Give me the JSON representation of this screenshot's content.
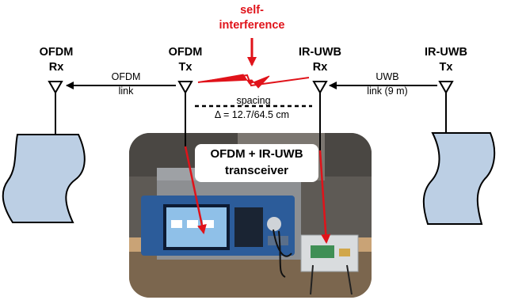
{
  "nodes": {
    "ofdm_rx": {
      "line1": "OFDM",
      "line2": "Rx"
    },
    "ofdm_tx": {
      "line1": "OFDM",
      "line2": "Tx"
    },
    "uwb_rx": {
      "line1": "IR-UWB",
      "line2": "Rx"
    },
    "uwb_tx": {
      "line1": "IR-UWB",
      "line2": "Tx"
    }
  },
  "links": {
    "ofdm": {
      "line1": "OFDM",
      "line2": "link"
    },
    "uwb": {
      "line1": "UWB",
      "line2": "link (9 m)"
    }
  },
  "interference": {
    "line1": "self-",
    "line2": "interference"
  },
  "spacing": {
    "label": "spacing",
    "value": "Δ = 12.7/64.5 cm"
  },
  "transceiver": {
    "line1": "OFDM + IR-UWB",
    "line2": "transceiver"
  },
  "colors": {
    "red": "#e0131a",
    "device_fill": "#bccfe4",
    "photo_bg": "#5e5a55"
  },
  "icons": {
    "antenna": "antenna-icon",
    "arrow": "arrow-icon",
    "lightning": "lightning-icon",
    "computer": "computer-icon"
  }
}
